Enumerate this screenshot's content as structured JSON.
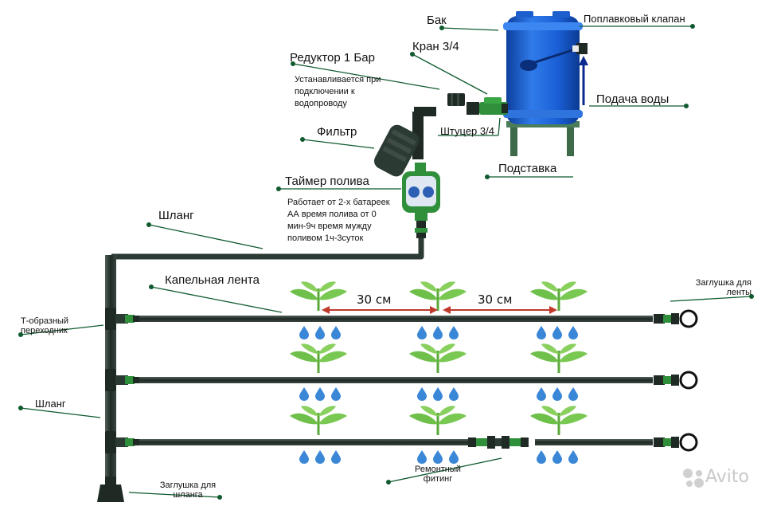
{
  "labels": {
    "tank": "Бак",
    "float_valve": "Поплавковый клапан",
    "valve": "Кран 3/4",
    "reducer": "Редуктор 1 Бар",
    "reducer_note": "Устанавливается при подключении к водопроводу",
    "water_supply": "Подача воды",
    "filter": "Фильтр",
    "fitting": "Штуцер 3/4",
    "stand": "Подставка",
    "timer": "Таймер полива",
    "timer_note": "Работает от 2-х батареек АА время полива от 0 мин-9ч время мужду поливом 1ч-3суток",
    "hose_top": "Шланг",
    "drip_tape": "Капельная лента",
    "spacing_1": "30 см",
    "spacing_2": "30 см",
    "tape_plug": "Заглушка для ленты",
    "t_adapter": "Т-образный переходник",
    "hose_left": "Шланг",
    "repair_fitting": "Ремонтный фитинг",
    "hose_plug": "Заглушка для шланга",
    "watermark": "Avito"
  },
  "colors": {
    "tank_blue": "#1a5fd6",
    "tank_cap": "#3b86f0",
    "stand_green": "#3d6b4a",
    "pipe": "#2b3a33",
    "fitting_green": "#2f8f3a",
    "leader_line": "#0f5a2e",
    "arrow_red": "#c0392b",
    "arrow_blue": "#0b2a8f",
    "plant_green": "#6fc04a",
    "drop_blue": "#3a87d8"
  }
}
